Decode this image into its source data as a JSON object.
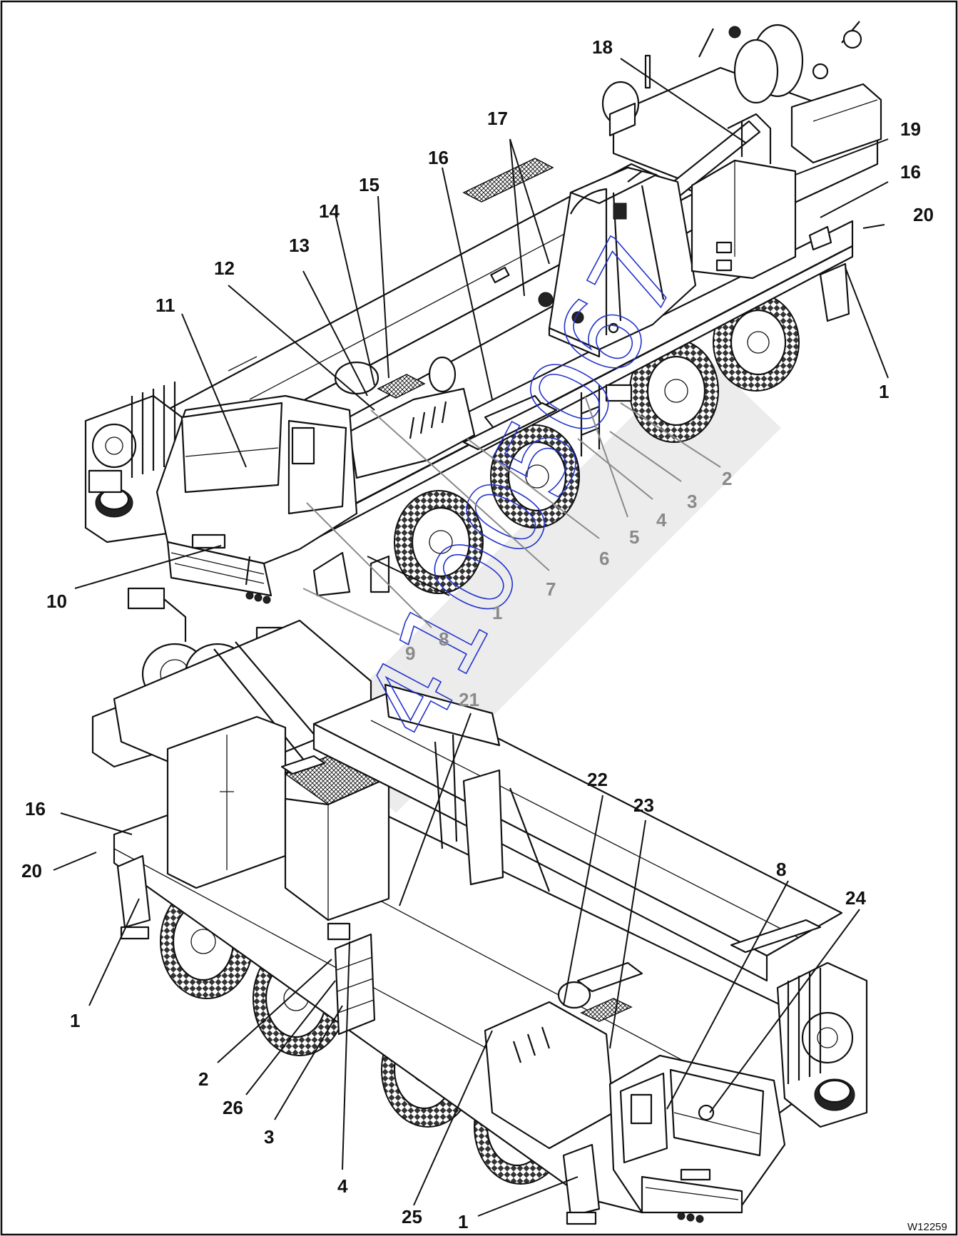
{
  "figure_id": "W12259",
  "watermark": "41005067",
  "callouts_upper": [
    {
      "id": "c18",
      "label": "18",
      "tone": "dark"
    },
    {
      "id": "c17",
      "label": "17",
      "tone": "dark"
    },
    {
      "id": "c19",
      "label": "19",
      "tone": "dark"
    },
    {
      "id": "c16a",
      "label": "16",
      "tone": "dark"
    },
    {
      "id": "c16b",
      "label": "16",
      "tone": "dark"
    },
    {
      "id": "c15",
      "label": "15",
      "tone": "dark"
    },
    {
      "id": "c20a",
      "label": "20",
      "tone": "dark"
    },
    {
      "id": "c14",
      "label": "14",
      "tone": "dark"
    },
    {
      "id": "c13",
      "label": "13",
      "tone": "dark"
    },
    {
      "id": "c12",
      "label": "12",
      "tone": "dark"
    },
    {
      "id": "c11",
      "label": "11",
      "tone": "dark"
    },
    {
      "id": "c1a",
      "label": "1",
      "tone": "dark"
    },
    {
      "id": "c2a",
      "label": "2",
      "tone": "grey"
    },
    {
      "id": "c3a",
      "label": "3",
      "tone": "grey"
    },
    {
      "id": "c4a",
      "label": "4",
      "tone": "grey"
    },
    {
      "id": "c5",
      "label": "5",
      "tone": "grey"
    },
    {
      "id": "c6",
      "label": "6",
      "tone": "grey"
    },
    {
      "id": "c7",
      "label": "7",
      "tone": "grey"
    },
    {
      "id": "c1b",
      "label": "1",
      "tone": "grey"
    },
    {
      "id": "c10",
      "label": "10",
      "tone": "dark"
    },
    {
      "id": "c8a",
      "label": "8",
      "tone": "grey"
    },
    {
      "id": "c9",
      "label": "9",
      "tone": "grey"
    }
  ],
  "callouts_lower": [
    {
      "id": "c21",
      "label": "21",
      "tone": "grey"
    },
    {
      "id": "c22",
      "label": "22",
      "tone": "dark"
    },
    {
      "id": "c23",
      "label": "23",
      "tone": "dark"
    },
    {
      "id": "c16c",
      "label": "16",
      "tone": "dark"
    },
    {
      "id": "c20b",
      "label": "20",
      "tone": "dark"
    },
    {
      "id": "c8b",
      "label": "8",
      "tone": "dark"
    },
    {
      "id": "c24",
      "label": "24",
      "tone": "dark"
    },
    {
      "id": "c1c",
      "label": "1",
      "tone": "dark"
    },
    {
      "id": "c2b",
      "label": "2",
      "tone": "dark"
    },
    {
      "id": "c26",
      "label": "26",
      "tone": "dark"
    },
    {
      "id": "c3b",
      "label": "3",
      "tone": "dark"
    },
    {
      "id": "c4b",
      "label": "4",
      "tone": "dark"
    },
    {
      "id": "c25",
      "label": "25",
      "tone": "dark"
    },
    {
      "id": "c1d",
      "label": "1",
      "tone": "dark"
    }
  ]
}
